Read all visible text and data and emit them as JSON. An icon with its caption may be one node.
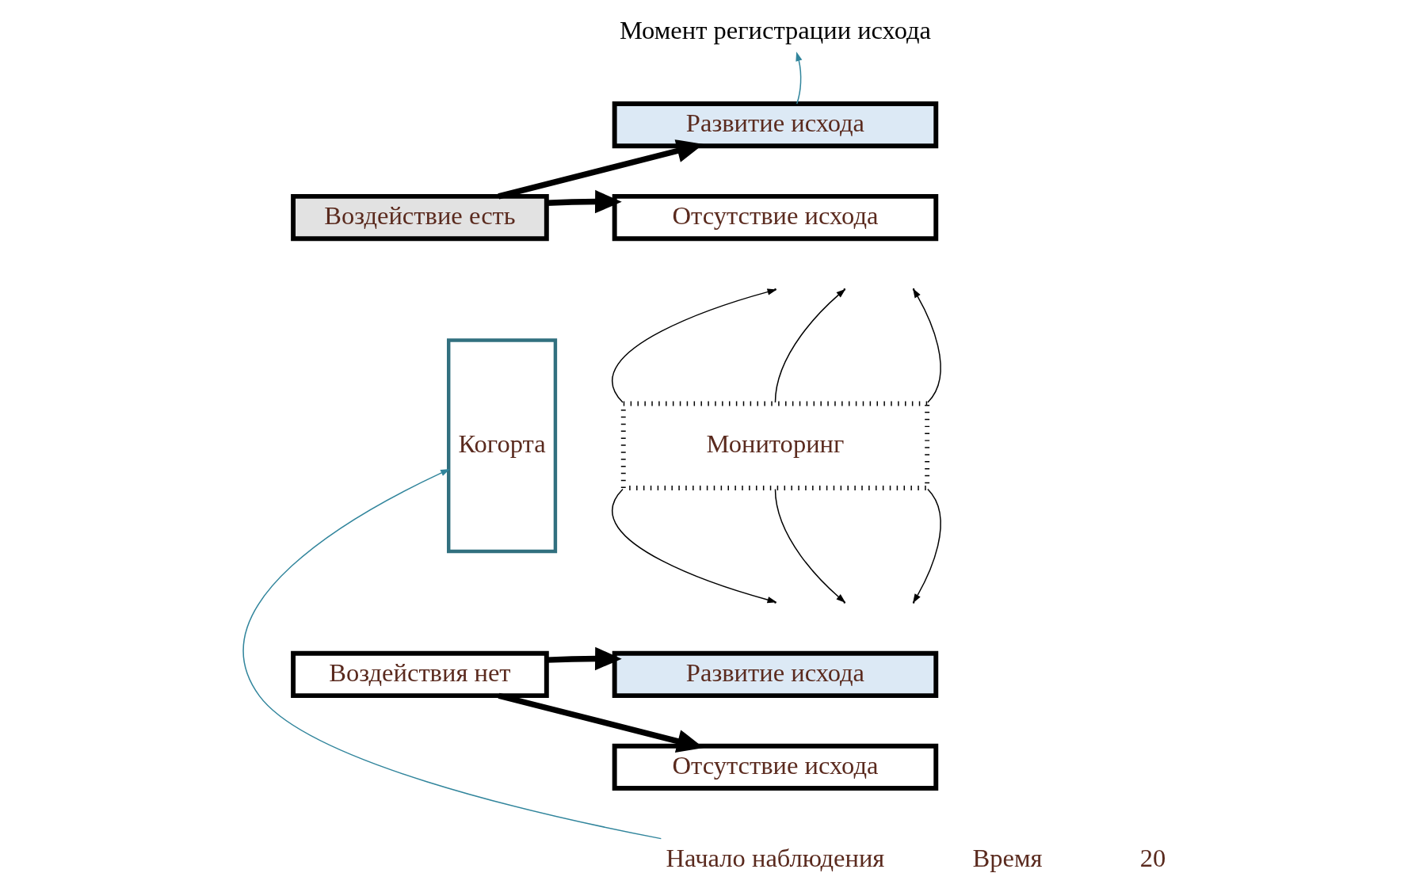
{
  "diagram": {
    "nodes": [
      {
        "text": [
          "Когорта"
        ]
      },
      {
        "text": [
          "Воздействие есть"
        ]
      },
      {
        "text": [
          "Воздействия нет"
        ]
      },
      {
        "text": [
          "Мониторинг"
        ]
      },
      {
        "text": [
          "Развитие исхода"
        ]
      },
      {
        "text": [
          "Отсутствие исхода"
        ]
      },
      {
        "text": [
          "Развитие исхода"
        ]
      },
      {
        "text": [
          "Отсутствие исхода"
        ]
      },
      {
        "text": [
          "Момент регистрации исхода"
        ]
      },
      {
        "text": [
          "Начало наблюдения"
        ]
      }
    ],
    "edges": [
      {
        "from": 1,
        "to": 4,
        "arrow": "to",
        "style": "thick"
      },
      {
        "from": 1,
        "to": 5,
        "arrow": "to",
        "style": "thick"
      },
      {
        "from": 2,
        "to": 6,
        "arrow": "to",
        "style": "thick"
      },
      {
        "from": 2,
        "to": 7,
        "arrow": "to",
        "style": "thick"
      },
      {
        "from": 3,
        "to": null,
        "arrow": "to"
      },
      {
        "from": 3,
        "to": null,
        "arrow": "to"
      },
      {
        "from": 3,
        "to": null,
        "arrow": "to"
      },
      {
        "from": 3,
        "to": null,
        "arrow": "to"
      },
      {
        "from": 3,
        "to": null,
        "arrow": "to"
      },
      {
        "from": 3,
        "to": null,
        "arrow": "to"
      },
      {
        "from": 4,
        "to": 8,
        "arrow": "to",
        "color": "#31859c"
      },
      {
        "from": 9,
        "to": 0,
        "arrow": "to",
        "color": "#31859c"
      }
    ],
    "labels": [
      "Время",
      "20"
    ]
  }
}
